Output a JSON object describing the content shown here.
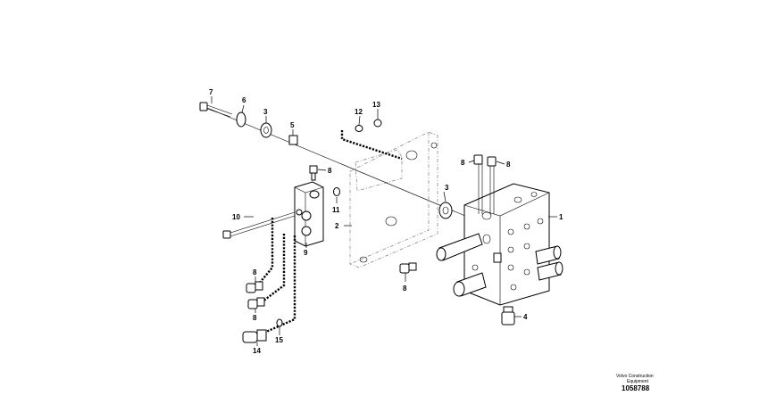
{
  "callouts": {
    "c1": "1",
    "c2": "2",
    "c3a": "3",
    "c3b": "3",
    "c4": "4",
    "c5": "5",
    "c6": "6",
    "c7": "7",
    "c8a": "8",
    "c8b": "8",
    "c8c": "8",
    "c8d": "8",
    "c8e": "8",
    "c8f": "8",
    "c9": "9",
    "c10": "10",
    "c11": "11",
    "c12": "12",
    "c13": "13",
    "c14": "14",
    "c15": "15"
  },
  "footer": {
    "credit_line1": "Volvo Construction",
    "credit_line2": "Equipment",
    "doc_number": "1058788"
  },
  "colors": {
    "ink": "#000000",
    "background": "#ffffff",
    "phantom": "#666666"
  }
}
